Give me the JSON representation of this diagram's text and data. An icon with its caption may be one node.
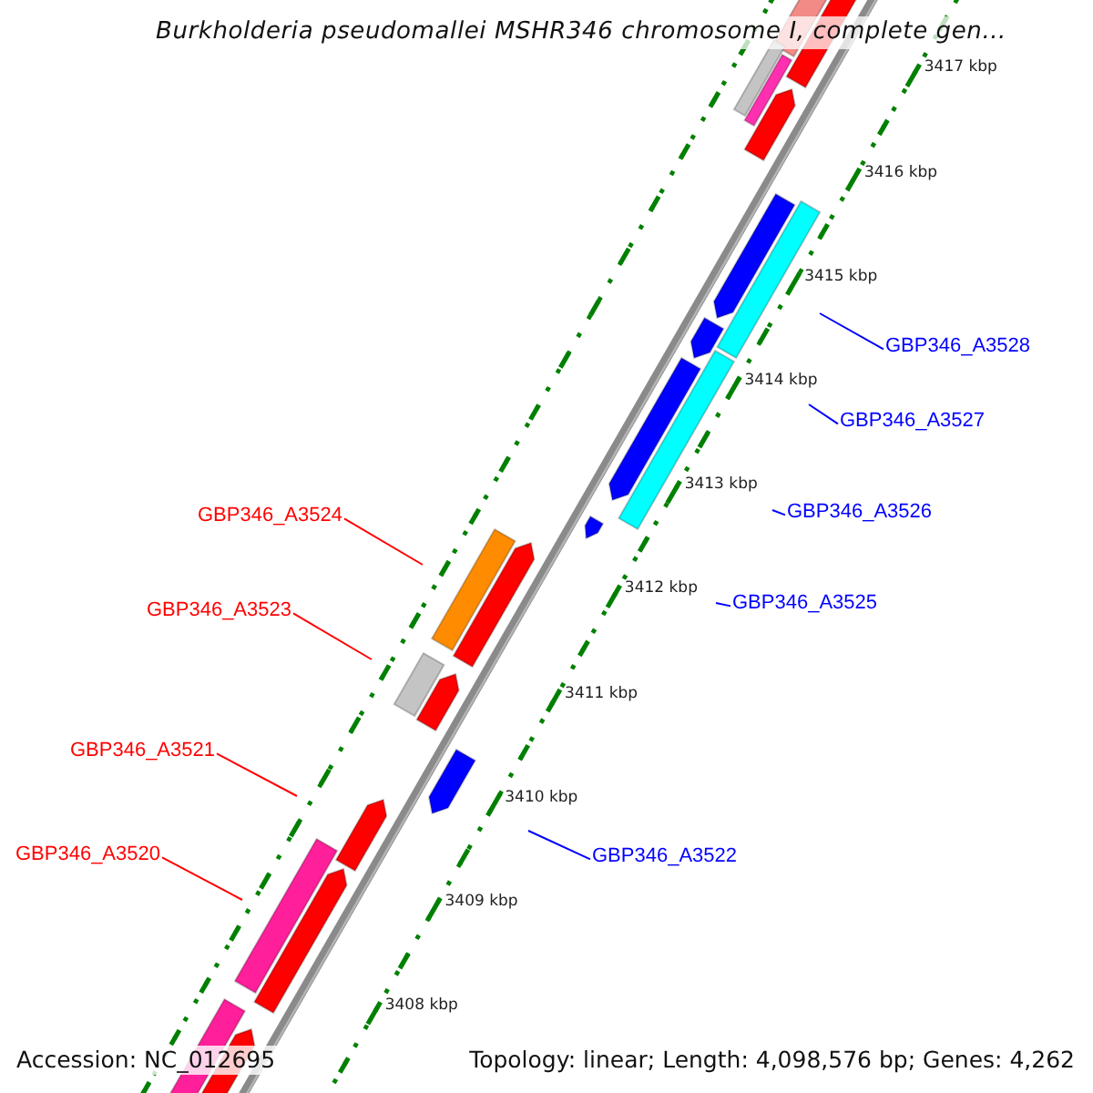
{
  "diagram": {
    "title": "Burkholderia pseudomallei MSHR346 chromosome I, complete gen...",
    "nodes": [
      {
        "text": [
          "GBP346_A3528"
        ]
      },
      {
        "text": [
          "GBP346_A3527"
        ]
      },
      {
        "text": [
          "GBP346_A3524"
        ]
      },
      {
        "text": [
          "GBP346_A3526"
        ]
      },
      {
        "text": [
          "GBP346_A3523"
        ]
      },
      {
        "text": [
          "GBP346_A3525"
        ]
      },
      {
        "text": [
          "GBP346_A3521"
        ]
      },
      {
        "text": [
          "GBP346_A3520"
        ]
      },
      {
        "text": [
          "GBP346_A3522"
        ]
      }
    ],
    "edges": [
      {
        "from": 0,
        "to": null,
        "arrow": "none"
      },
      {
        "from": 1,
        "to": null,
        "arrow": "none"
      },
      {
        "from": 2,
        "to": null,
        "arrow": "none",
        "color": "#ff0000"
      },
      {
        "from": 3,
        "to": null,
        "arrow": "none"
      },
      {
        "from": 4,
        "to": null,
        "arrow": "none",
        "color": "#ff0000"
      },
      {
        "from": 5,
        "to": null,
        "arrow": "none"
      },
      {
        "from": 6,
        "to": null,
        "arrow": "none",
        "color": "#ff0000"
      },
      {
        "from": 7,
        "to": null,
        "arrow": "none",
        "color": "#ff0000"
      },
      {
        "from": 8,
        "to": null,
        "arrow": "none"
      }
    ],
    "labels": [
      "3417 kbp",
      "3416 kbp",
      "3415 kbp",
      "3414 kbp",
      "3413 kbp",
      "3412 kbp",
      "3411 kbp",
      "3410 kbp",
      "3409 kbp",
      "3408 kbp",
      "Accession: NC_012695",
      "Topology: linear; Length: 4,098,576 bp; Genes: 4,262"
    ]
  }
}
